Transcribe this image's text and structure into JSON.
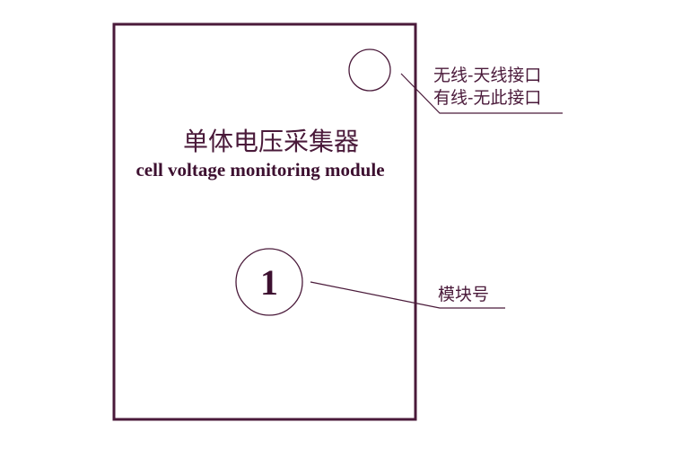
{
  "module": {
    "title_cn": "单体电压采集器",
    "title_en": "cell voltage monitoring module",
    "module_number": "1"
  },
  "annotations": {
    "interface_wireless": "无线-天线接口",
    "interface_wired": "有线-无此接口",
    "module_number_label": "模块号"
  },
  "colors": {
    "stroke": "#4a1a3a"
  }
}
